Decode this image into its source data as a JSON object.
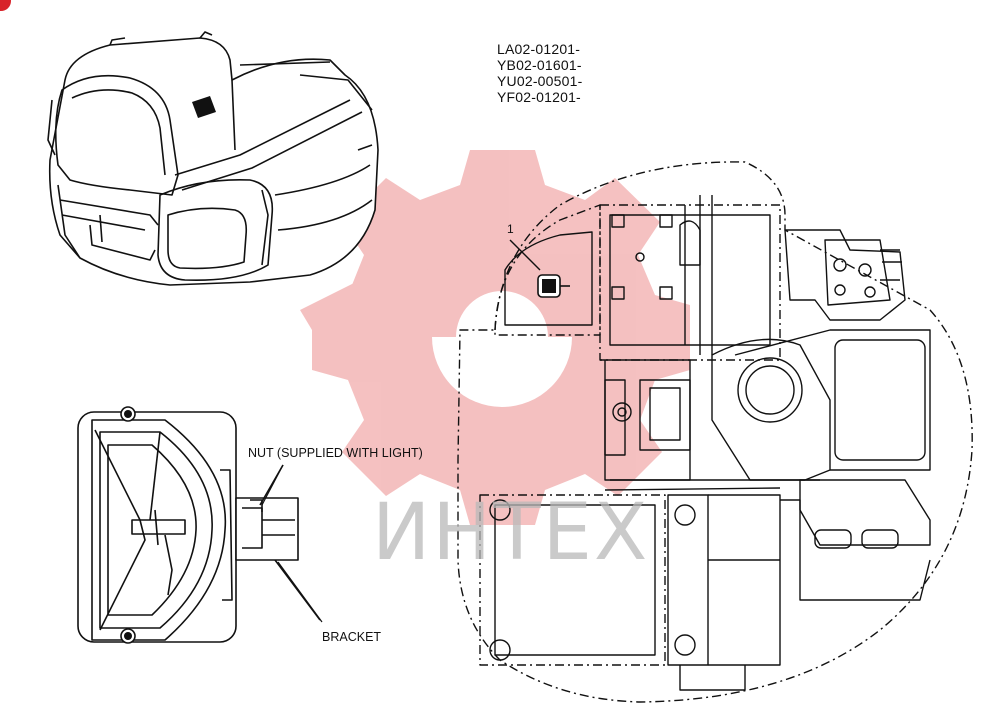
{
  "serial_numbers": [
    "LA02-01201-",
    "YB02-01601-",
    "YU02-00501-",
    "YF02-01201-"
  ],
  "callouts": {
    "item_1": "1",
    "nut_label": "NUT (SUPPLIED WITH LIGHT)",
    "bracket_label": "BRACKET"
  },
  "watermark": {
    "text": "ИНТЕХ",
    "logo": "gear-logo-watermark",
    "logo_color": "#f2b3b3"
  },
  "colors": {
    "line": "#111111",
    "accent_mark": "#d8232a"
  }
}
